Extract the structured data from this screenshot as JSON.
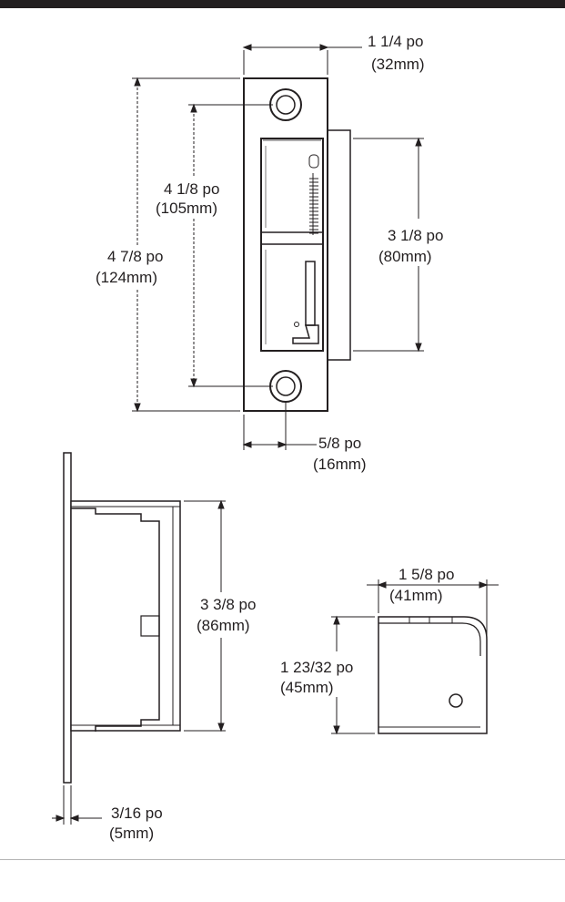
{
  "dimensions": {
    "front_width": {
      "imperial": "1 1/4 po",
      "metric": "(32mm)"
    },
    "front_height": {
      "imperial": "4 7/8 po",
      "metric": "(124mm)"
    },
    "hole_spacing": {
      "imperial": "4 1/8 po",
      "metric": "(105mm)"
    },
    "body_height": {
      "imperial": "3 1/8 po",
      "metric": "(80mm)"
    },
    "hole_offset": {
      "imperial": "5/8 po",
      "metric": "(16mm)"
    },
    "side_body_height": {
      "imperial": "3 3/8 po",
      "metric": "(86mm)"
    },
    "faceplate_depth": {
      "imperial": "3/16 po",
      "metric": "(5mm)"
    },
    "end_depth": {
      "imperial": "1 5/8 po",
      "metric": "(41mm)"
    },
    "end_height": {
      "imperial": "1 23/32 po",
      "metric": "(45mm)"
    }
  }
}
